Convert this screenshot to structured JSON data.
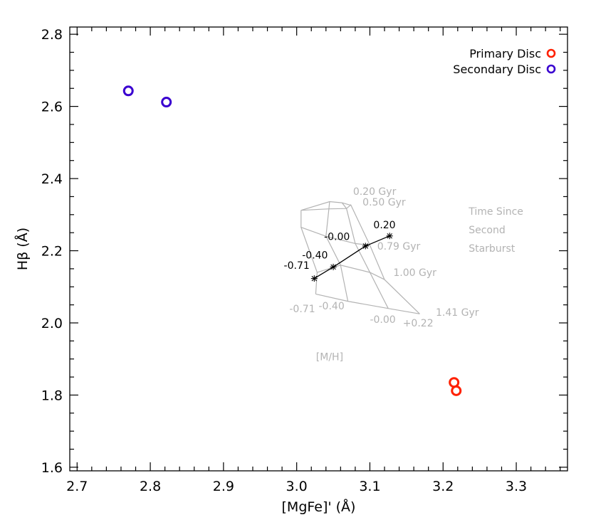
{
  "chart_data": {
    "type": "scatter",
    "xlabel": "[MgFe]' (Å)",
    "ylabel": "Hβ (Å)",
    "xlim": [
      2.69,
      3.37
    ],
    "ylim": [
      1.59,
      2.82
    ],
    "x_ticks": [
      {
        "v": 2.7,
        "label": "2.7"
      },
      {
        "v": 2.8,
        "label": "2.8"
      },
      {
        "v": 2.9,
        "label": "2.9"
      },
      {
        "v": 3.0,
        "label": "3.0"
      },
      {
        "v": 3.1,
        "label": "3.1"
      },
      {
        "v": 3.2,
        "label": "3.2"
      },
      {
        "v": 3.3,
        "label": "3.3"
      }
    ],
    "y_ticks": [
      {
        "v": 1.6,
        "label": "1.6"
      },
      {
        "v": 1.8,
        "label": "1.8"
      },
      {
        "v": 2.0,
        "label": "2.0"
      },
      {
        "v": 2.2,
        "label": "2.2"
      },
      {
        "v": 2.4,
        "label": "2.4"
      },
      {
        "v": 2.6,
        "label": "2.6"
      },
      {
        "v": 2.8,
        "label": "2.8"
      }
    ],
    "grid": false,
    "legend_position": "top-right",
    "series": [
      {
        "name": "Primary Disc",
        "color": "#ff2000",
        "x": [
          3.215,
          3.218
        ],
        "y": [
          1.835,
          1.812
        ]
      },
      {
        "name": "Secondary Disc",
        "color": "#3a00d0",
        "x": [
          2.77,
          2.822
        ],
        "y": [
          2.643,
          2.612
        ]
      }
    ],
    "model_grid": {
      "color": "#b3b3b3",
      "age_lines": [
        {
          "label": "0.20 Gyr",
          "points": [
            [
              3.006,
              2.312
            ],
            [
              3.045,
              2.336
            ],
            [
              3.062,
              2.333
            ],
            [
              3.072,
              2.327
            ]
          ]
        },
        {
          "label": "0.50 Gyr",
          "points": [
            [
              3.006,
              2.312
            ],
            [
              3.044,
              2.316
            ],
            [
              3.068,
              2.317
            ],
            [
              3.074,
              2.327
            ]
          ]
        },
        {
          "label": "0.79 Gyr",
          "points": [
            [
              3.006,
              2.265
            ],
            [
              3.04,
              2.24
            ],
            [
              3.08,
              2.22
            ],
            [
              3.1,
              2.215
            ]
          ]
        },
        {
          "label": "1.00 Gyr",
          "points": [
            [
              3.028,
              2.14
            ],
            [
              3.06,
              2.16
            ],
            [
              3.1,
              2.14
            ],
            [
              3.12,
              2.12
            ]
          ]
        },
        {
          "label": "1.41 Gyr",
          "points": [
            [
              3.026,
              2.08
            ],
            [
              3.07,
              2.06
            ],
            [
              3.125,
              2.04
            ],
            [
              3.168,
              2.025
            ]
          ]
        }
      ],
      "metallicity_lines": [
        {
          "label": "-0.71",
          "points": [
            [
              3.006,
              2.312
            ],
            [
              3.006,
              2.265
            ],
            [
              3.028,
              2.14
            ],
            [
              3.026,
              2.08
            ]
          ]
        },
        {
          "label": "-0.40",
          "points": [
            [
              3.045,
              2.336
            ],
            [
              3.044,
              2.316
            ],
            [
              3.04,
              2.24
            ],
            [
              3.06,
              2.16
            ],
            [
              3.07,
              2.06
            ]
          ]
        },
        {
          "label": "-0.00",
          "points": [
            [
              3.062,
              2.333
            ],
            [
              3.068,
              2.317
            ],
            [
              3.08,
              2.22
            ],
            [
              3.1,
              2.14
            ],
            [
              3.125,
              2.04
            ]
          ]
        },
        {
          "label": "+0.22",
          "points": [
            [
              3.072,
              2.327
            ],
            [
              3.074,
              2.327
            ],
            [
              3.1,
              2.215
            ],
            [
              3.12,
              2.12
            ],
            [
              3.168,
              2.025
            ]
          ]
        }
      ],
      "age_label_positions": [
        [
          3.077,
          2.355
        ],
        [
          3.09,
          2.325
        ],
        [
          3.11,
          2.203
        ],
        [
          3.132,
          2.13
        ],
        [
          3.19,
          2.02
        ]
      ],
      "metallicity_label_positions": [
        [
          2.99,
          2.03
        ],
        [
          3.03,
          2.037
        ],
        [
          3.1,
          2.0
        ],
        [
          3.145,
          1.99
        ]
      ],
      "axis_note": "[M/H]",
      "axis_note_position": [
        3.045,
        1.897
      ],
      "side_note": [
        "Time Since",
        "Second",
        "Starburst"
      ],
      "side_note_position": [
        3.235,
        2.3
      ]
    },
    "track": {
      "color": "#000000",
      "points": [
        [
          3.024,
          2.123
        ],
        [
          3.05,
          2.155
        ],
        [
          3.094,
          2.213
        ],
        [
          3.127,
          2.241
        ]
      ],
      "labels": [
        "-0.71",
        "-0.40",
        "-0.00",
        "0.20"
      ],
      "label_positions": [
        [
          3.0,
          2.15
        ],
        [
          3.025,
          2.178
        ],
        [
          3.055,
          2.23
        ],
        [
          3.12,
          2.262
        ]
      ]
    }
  }
}
